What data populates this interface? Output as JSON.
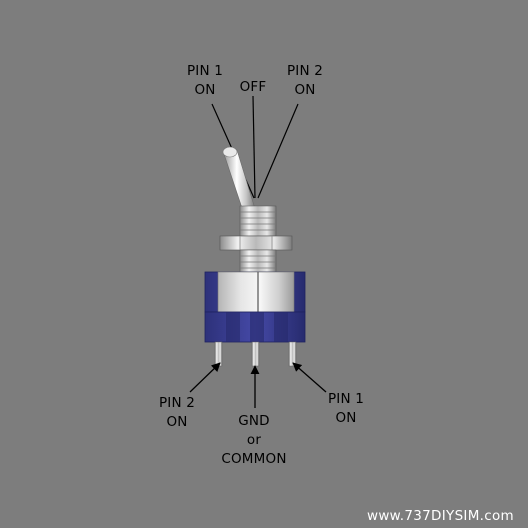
{
  "labels": {
    "top": {
      "pin1": [
        "PIN 1",
        "ON"
      ],
      "off": [
        "OFF"
      ],
      "pin2": [
        "PIN 2",
        "ON"
      ]
    },
    "bottom": {
      "pin2": [
        "PIN 2",
        "ON"
      ],
      "gnd": [
        "GND",
        "or",
        "COMMON"
      ],
      "pin1": [
        "PIN 1",
        "ON"
      ]
    }
  },
  "watermark": "www.737DIYSIM.com",
  "colors": {
    "background": "#7d7d7d",
    "switch_base": "#3a3f8f",
    "metal": "#d6d6d6",
    "line": "#000000"
  }
}
